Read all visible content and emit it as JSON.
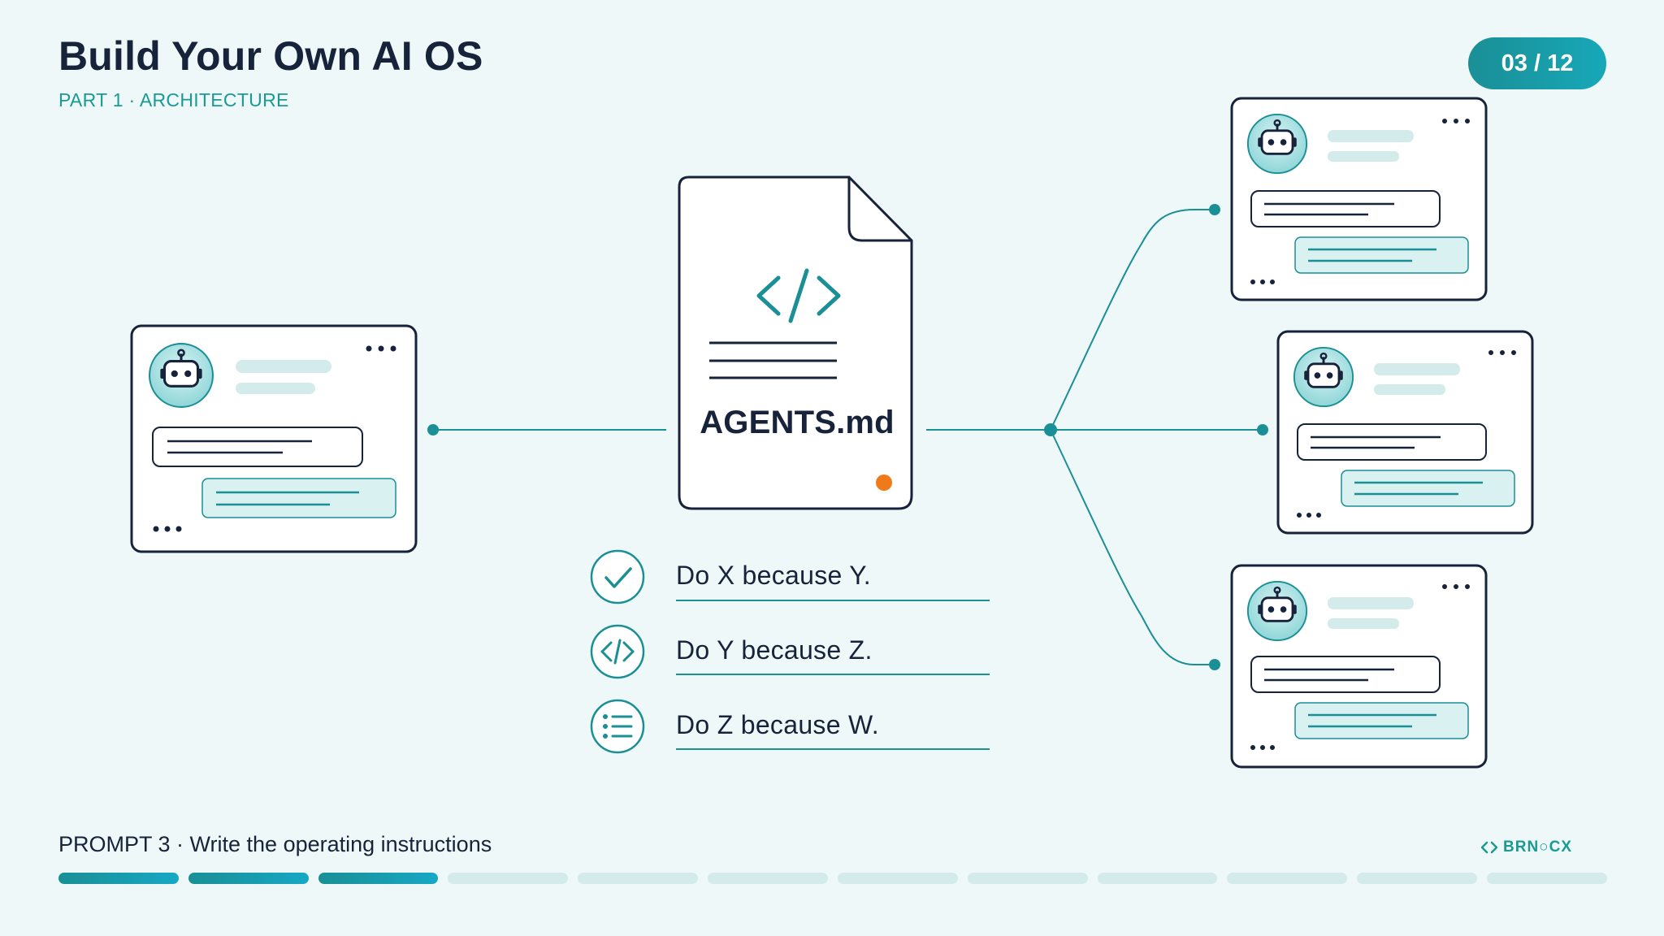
{
  "header": {
    "title": "Build Your Own AI OS",
    "subtitle": "PART 1 · ARCHITECTURE",
    "pager": "03 / 12"
  },
  "document": {
    "filename": "AGENTS.md",
    "code_glyph": "</>",
    "status_dot_color": "#f07a1a"
  },
  "rules": [
    {
      "icon": "check-icon",
      "text": "Do X because Y."
    },
    {
      "icon": "code-icon",
      "text": "Do Y because Z."
    },
    {
      "icon": "list-icon",
      "text": "Do Z because W."
    }
  ],
  "footer": {
    "prompt_label": "PROMPT 3 · Write the operating instructions",
    "brand": "BRN○CX",
    "progress_total": 12,
    "progress_done": 3
  },
  "colors": {
    "accent": "#1a8f96",
    "ink": "#17233a",
    "background": "#eef8f8"
  }
}
